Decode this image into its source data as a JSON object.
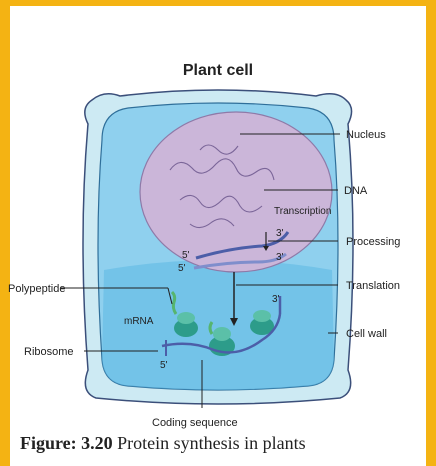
{
  "diagram": {
    "title": "Plant cell",
    "labels": {
      "nucleus": "Nucleus",
      "dna": "DNA",
      "transcription": "Transcription",
      "processing": "Processing",
      "translation": "Translation",
      "cell_wall": "Cell wall",
      "polypeptide": "Polypeptide",
      "mrna": "mRNA",
      "ribosome": "Ribosome",
      "coding_sequence": "Coding sequence",
      "end_3a": "3'",
      "end_3b": "3'",
      "end_3c": "3'",
      "end_5a": "5'",
      "end_5b": "5'",
      "end_5c": "5'"
    }
  },
  "caption": {
    "figure": "Figure: 3.20",
    "text": "Protein synthesis in plants"
  },
  "colors": {
    "border": "#f4b313",
    "cell_wall": "#c9e9f3",
    "cytoplasm": "#6ec3e8",
    "nucleus": "#c9b6d8",
    "ribosome": "#2d9c8a",
    "mrna": "#4c5ea8"
  }
}
